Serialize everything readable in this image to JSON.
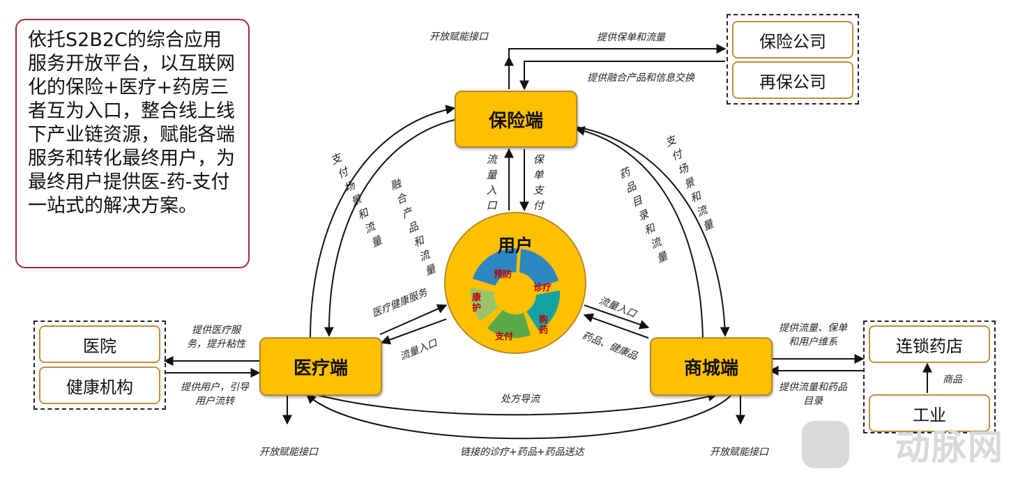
{
  "description": "依托S2B2C的综合应用服务开放平台，以互联网化的保险+医疗+药房三者互为入口，整合线上线下产业链资源，赋能各端服务和转化最终用户，为最终用户提供医-药-支付一站式的解决方案。",
  "nodes": {
    "insurance": "保险端",
    "medical": "医疗端",
    "mall": "商城端",
    "user": "用户"
  },
  "cycle": [
    "预防",
    "诊疗",
    "购药",
    "支付",
    "康护"
  ],
  "external": {
    "insurer": "保险公司",
    "reinsurer": "再保公司",
    "hospital": "医院",
    "health_org": "健康机构",
    "pharmacy": "连锁药店",
    "industry": "工业"
  },
  "labels": {
    "open_top": "开放赋能接口",
    "open_left": "开放赋能接口",
    "open_right": "开放赋能接口",
    "to_insurer": "提供保单和流量",
    "from_insurer": "提供融合产品和信息交换",
    "traffic_entry_v": "流量入口",
    "policy_pay_v": "保单支付",
    "pay_scene_left": "支付场景和流量",
    "fusion_products": "融合产品和流量",
    "drug_catalog": "药品目录和流量",
    "pay_scene_right": "支付场景和流量",
    "medical_service": "医疗健康服务",
    "traffic_entry_left": "流量入口",
    "traffic_entry_right": "流量入口",
    "drugs_health": "药品、健康品",
    "to_hospital": "提供医疗服务，提升粘性",
    "from_hospital": "提供用户，引导用户流转",
    "to_pharmacy": "提供流量、保单和用户维系",
    "from_pharmacy": "提供流量和药品目录",
    "goods": "商品",
    "rx_flow": "处方导流",
    "chain": "链接的诊疗+药品+药品送达"
  },
  "watermark": "动脉网",
  "colors": {
    "node_fill": "#ffc000",
    "border_red": "#9c2c36",
    "ext_border": "#b8923b",
    "cycle_blue": "#2e86c1",
    "cycle_teal": "#17a2a2",
    "cycle_green": "#5aa84b",
    "cycle_lightgreen": "#9bc46a"
  }
}
